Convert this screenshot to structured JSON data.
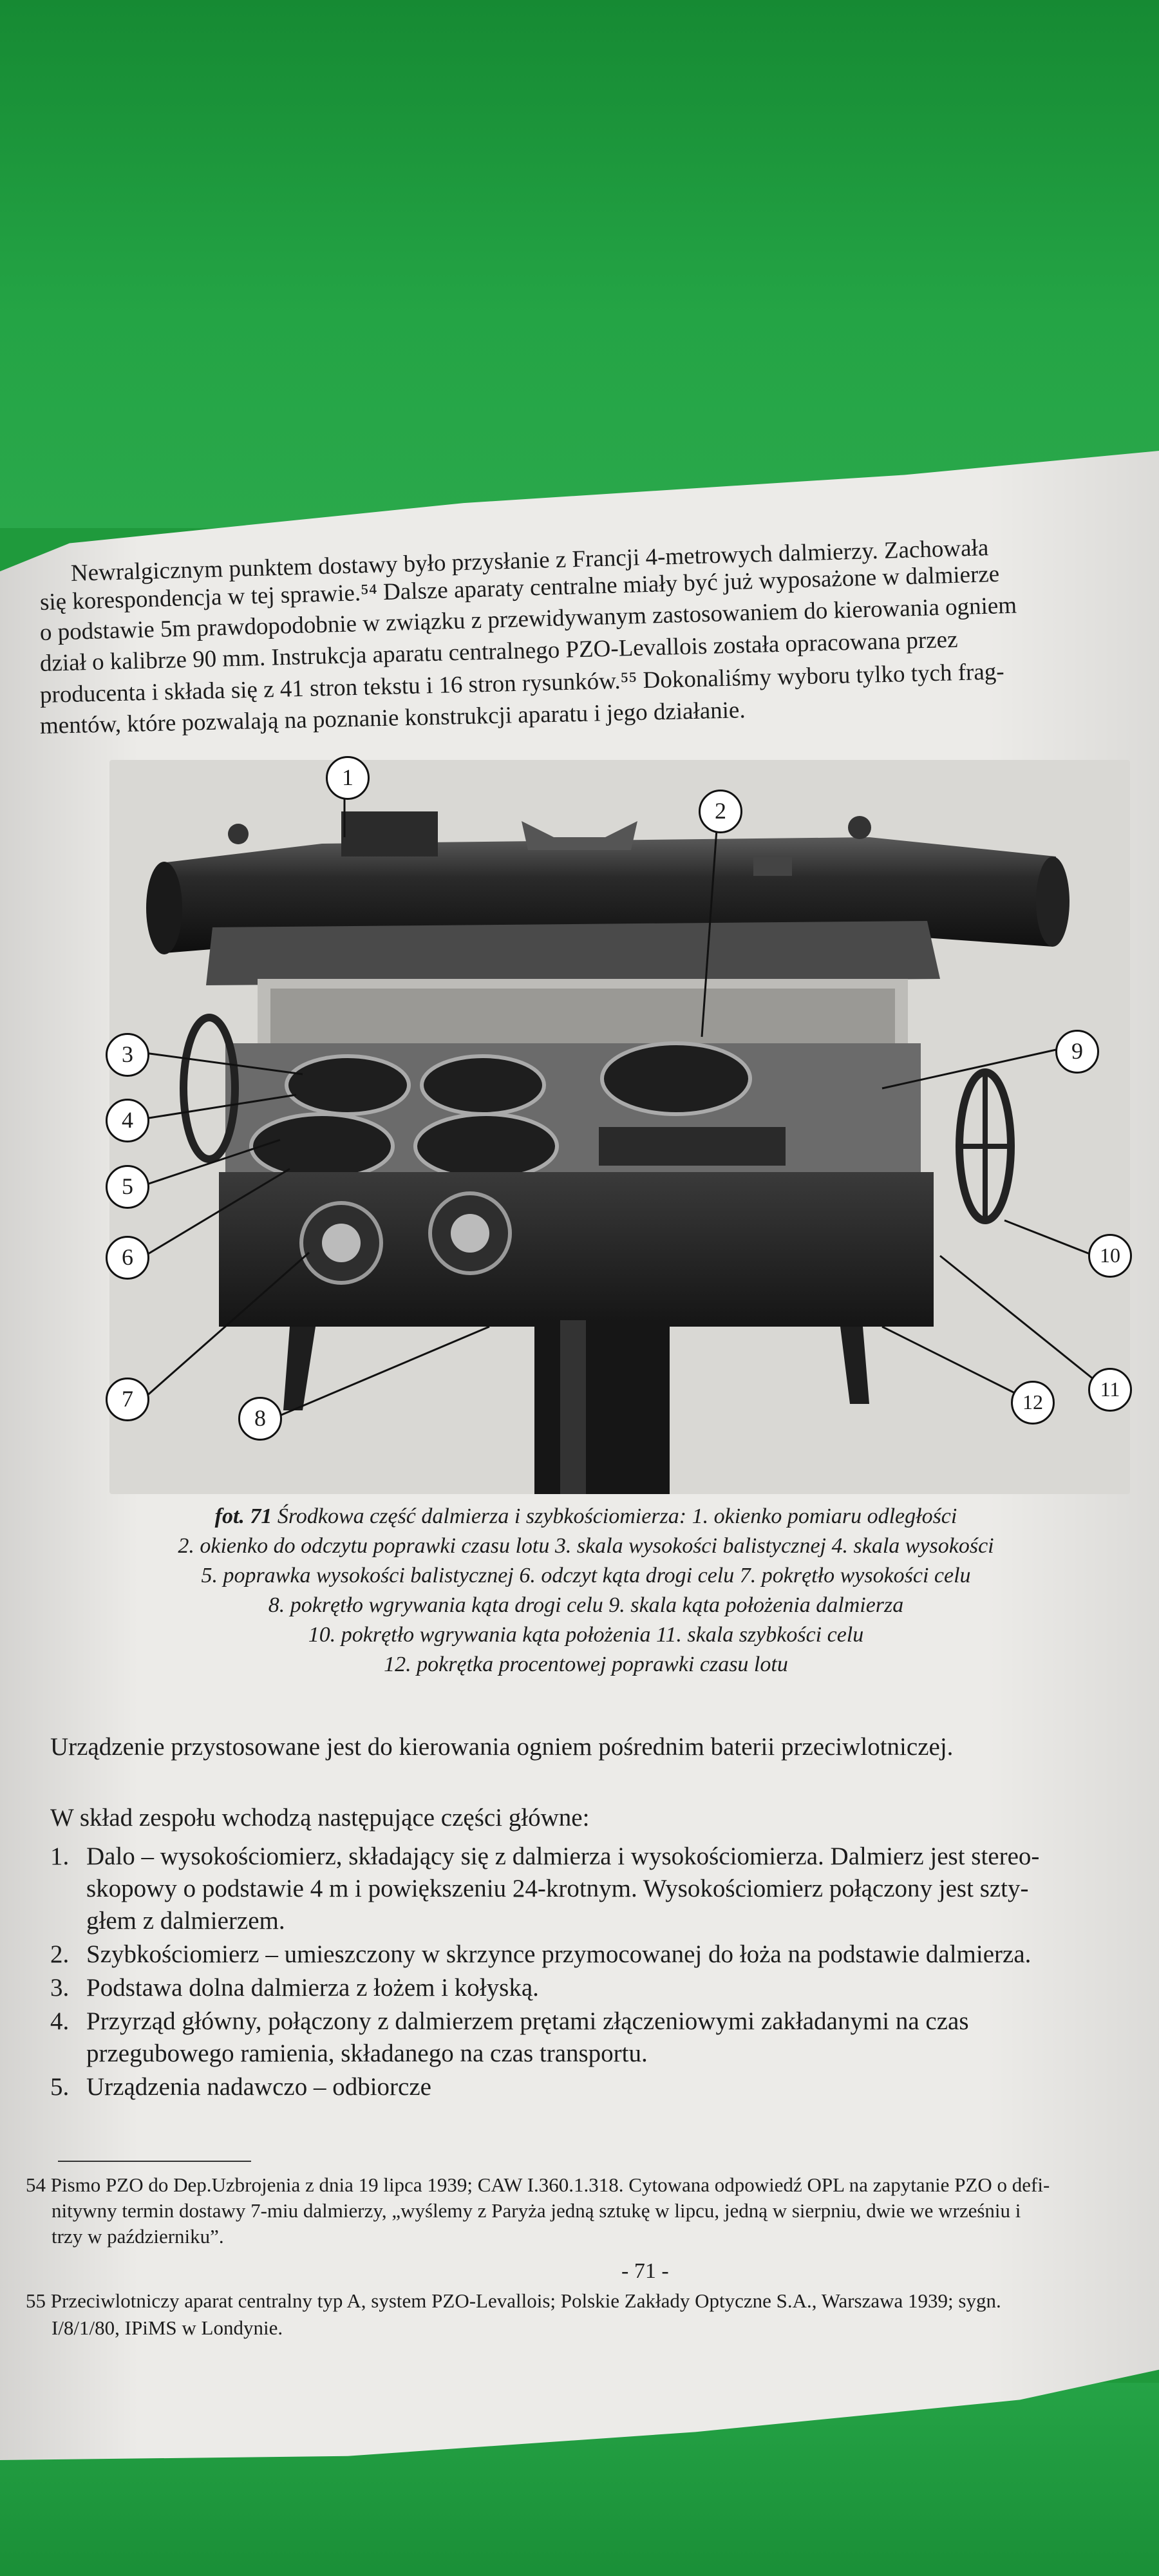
{
  "intro_paragraph": [
    "Newralgicznym punktem dostawy było przysłanie z Francji 4-metrowych dalmierzy. Zachowała",
    "się korespondencja w tej sprawie.⁵⁴ Dalsze aparaty centralne miały być już wyposażone w dalmierze",
    "o podstawie 5m prawdopodobnie w związku z przewidywanym zastosowaniem do kierowania ogniem",
    "dział o kalibrze 90 mm. Instrukcja aparatu centralnego PZO-Levallois została opracowana przez",
    "producenta i składa się z 41 stron tekstu i 16 stron rysunków.⁵⁵ Dokonaliśmy wyboru tylko tych frag-",
    "mentów, które pozwalają na poznanie konstrukcji aparatu i jego działanie."
  ],
  "figure": {
    "callouts": [
      "1",
      "2",
      "3",
      "4",
      "5",
      "6",
      "7",
      "8",
      "9",
      "10",
      "11",
      "12"
    ],
    "caption_label": "fot. 71",
    "caption_lines": [
      "Środkowa część dalmierza i szybkościomierza: 1. okienko pomiaru odległości",
      "2. okienko do odczytu poprawki czasu lotu 3. skala wysokości balistycznej 4. skala wysokości",
      "5. poprawka wysokości balistycznej 6. odczyt kąta drogi celu 7. pokrętło wysokości celu",
      "8. pokrętło wgrywania kąta drogi celu 9. skala kąta położenia dalmierza",
      "10. pokrętło wgrywania kąta położenia 11. skala szybkości celu",
      "12. pokrętka procentowej poprawki czasu lotu"
    ]
  },
  "body": {
    "lead": "Urządzenie przystosowane jest do kierowania ogniem pośrednim baterii przeciwlotniczej.",
    "list_intro": "W skład zespołu wchodzą następujące części główne:",
    "items": [
      {
        "num": "1.",
        "lines": [
          "Dalo – wysokościomierz, składający się z dalmierza i wysokościomierza. Dalmierz jest stereo-",
          "skopowy o podstawie 4 m i powiększeniu 24-krotnym. Wysokościomierz połączony jest szty-",
          "głem z dalmierzem."
        ]
      },
      {
        "num": "2.",
        "lines": [
          "Szybkościomierz – umieszczony w skrzynce przymocowanej do łoża na podstawie dalmierza."
        ]
      },
      {
        "num": "3.",
        "lines": [
          "Podstawa dolna dalmierza z łożem i kołyską."
        ]
      },
      {
        "num": "4.",
        "lines": [
          "Przyrząd główny, połączony z dalmierzem prętami złączeniowymi zakładanymi na czas",
          "przegubowego ramienia, składanego na czas transportu."
        ]
      },
      {
        "num": "5.",
        "lines": [
          "Urządzenia nadawczo – odbiorcze"
        ]
      }
    ]
  },
  "footnotes": [
    {
      "num": "54",
      "lines": [
        "Pismo PZO do Dep.Uzbrojenia z dnia 19 lipca 1939; CAW I.360.1.318. Cytowana odpowiedź OPL na zapytanie PZO o defi-",
        "nitywny termin dostawy 7-miu dalmierzy, „wyślemy z Paryża jedną sztukę w lipcu, jedną w sierpniu, dwie we wrześniu i",
        "trzy w październiku”."
      ]
    },
    {
      "num": "55",
      "lines": [
        "Przeciwlotniczy aparat centralny typ A, system PZO-Levallois; Polskie Zakłady Optyczne S.A., Warszawa 1939; sygn.",
        "I/8/1/80, IPiMS w Londynie."
      ]
    }
  ],
  "page_number": "- 71 -"
}
